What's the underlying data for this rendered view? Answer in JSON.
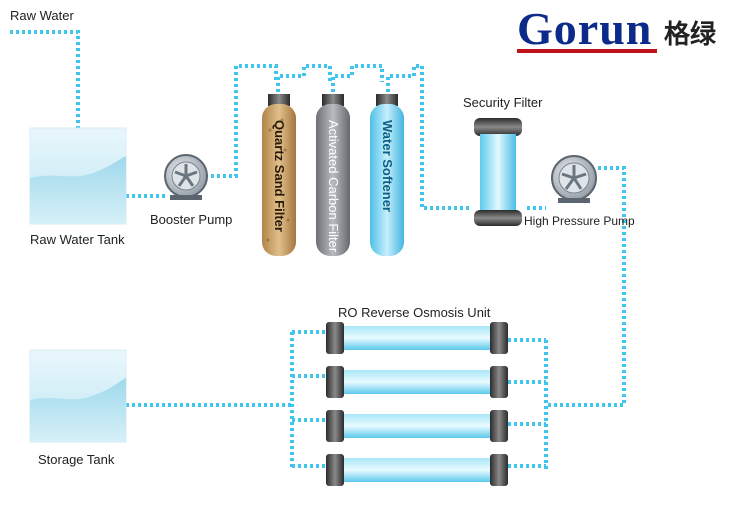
{
  "brand": {
    "name": "Gorun",
    "chinese": "格绿"
  },
  "labels": {
    "raw_water": "Raw Water",
    "raw_water_tank": "Raw Water Tank",
    "booster_pump": "Booster Pump",
    "security_filter": "Security Filter",
    "high_pressure_pump": "High Pressure Pump",
    "ro_unit": "RO Reverse Osmosis Unit",
    "storage_tank": "Storage Tank"
  },
  "filters": [
    {
      "label": "Quartz Sand Filter",
      "color": "#c79a5e"
    },
    {
      "label": "Activated Carbon Filter",
      "color": "#8a8d92"
    },
    {
      "label": "Water Softener",
      "color": "#7fd3ef"
    }
  ],
  "colors": {
    "pipe": "#3fc6ef",
    "brand": "#0c2a8a",
    "accent": "#c0121b"
  }
}
